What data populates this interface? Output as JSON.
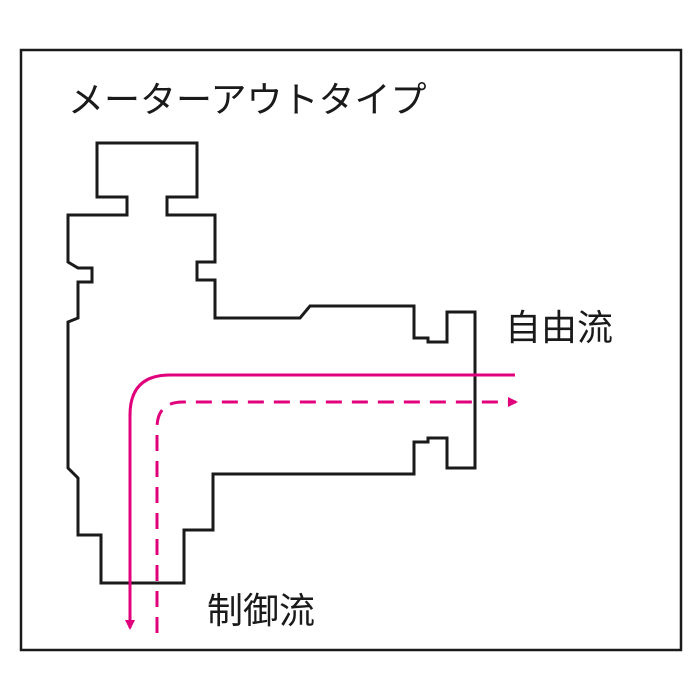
{
  "diagram": {
    "title": "メーターアウトタイプ",
    "free_flow_label": "自由流",
    "controlled_flow_label": "制御流",
    "colors": {
      "outline": "#1a1a1a",
      "frame": "#1a1a1a",
      "flow_arrow": "#e0007c",
      "background": "#ffffff"
    }
  }
}
